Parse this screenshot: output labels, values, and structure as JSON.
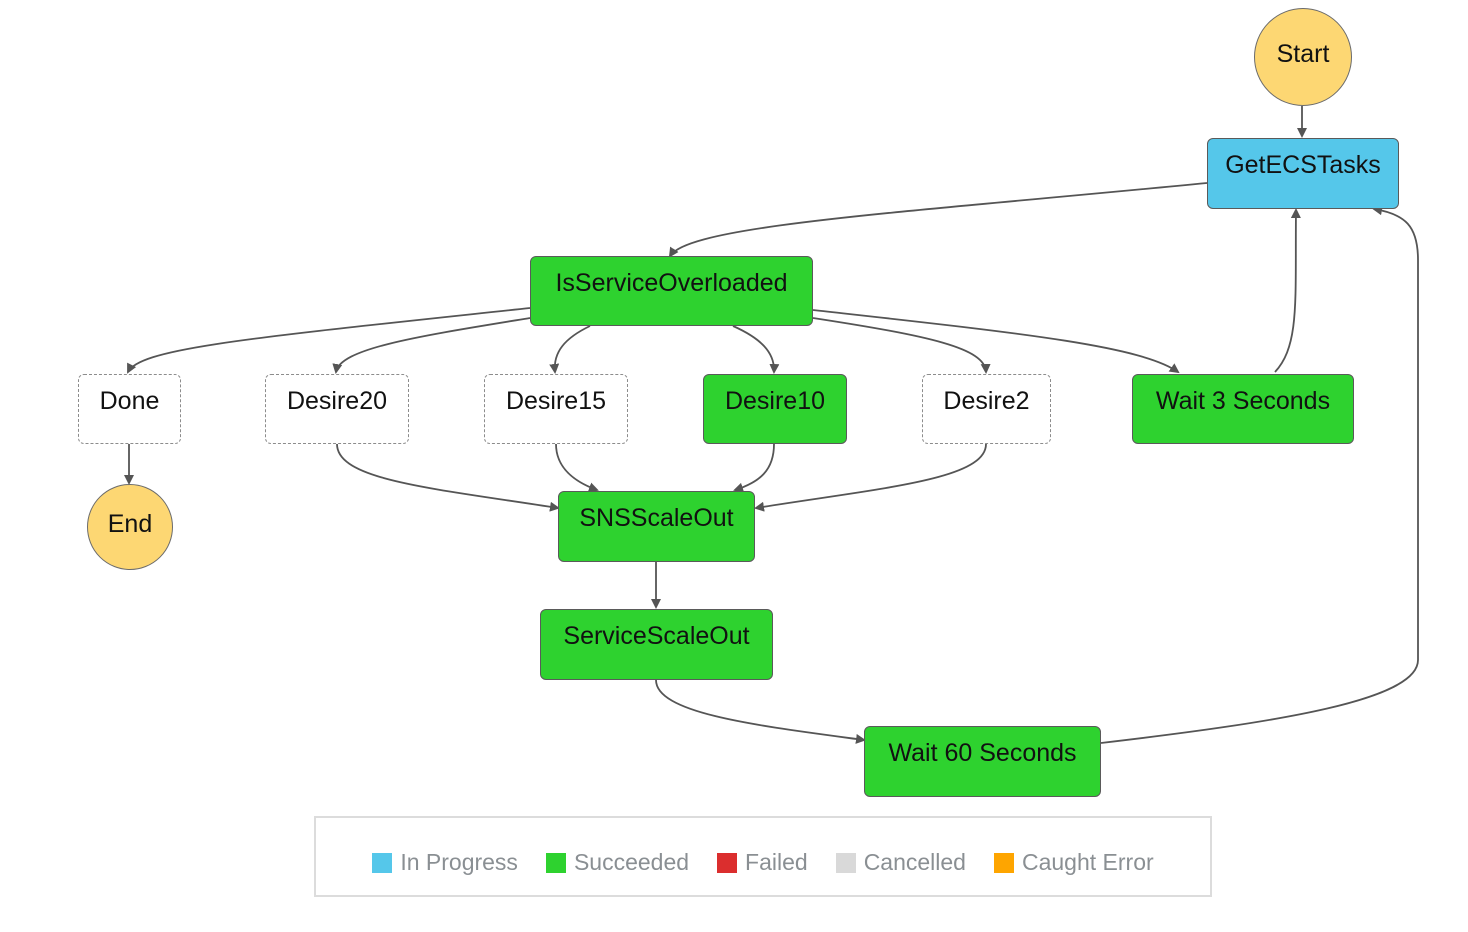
{
  "colors": {
    "terminal": "#fdd773",
    "in_progress": "#55c7ea",
    "succeeded": "#2ed22f",
    "failed": "#db2e2e",
    "cancelled": "#d9d9d9",
    "caught_error": "#fea500",
    "edge": "#555555"
  },
  "nodes": {
    "start": {
      "label": "Start",
      "status": "terminal"
    },
    "get_ecs_tasks": {
      "label": "GetECSTasks",
      "status": "in_progress"
    },
    "is_service_overloaded": {
      "label": "IsServiceOverloaded",
      "status": "succeeded"
    },
    "done": {
      "label": "Done",
      "status": "not_run"
    },
    "desire20": {
      "label": "Desire20",
      "status": "not_run"
    },
    "desire15": {
      "label": "Desire15",
      "status": "not_run"
    },
    "desire10": {
      "label": "Desire10",
      "status": "succeeded"
    },
    "desire2": {
      "label": "Desire2",
      "status": "not_run"
    },
    "wait3": {
      "label": "Wait 3 Seconds",
      "status": "succeeded"
    },
    "end": {
      "label": "End",
      "status": "terminal"
    },
    "sns_scale_out": {
      "label": "SNSScaleOut",
      "status": "succeeded"
    },
    "service_scale_out": {
      "label": "ServiceScaleOut",
      "status": "succeeded"
    },
    "wait60": {
      "label": "Wait 60 Seconds",
      "status": "succeeded"
    }
  },
  "legend": [
    {
      "label": "In Progress",
      "color": "#55c7ea"
    },
    {
      "label": "Succeeded",
      "color": "#2ed22f"
    },
    {
      "label": "Failed",
      "color": "#db2e2e"
    },
    {
      "label": "Cancelled",
      "color": "#d9d9d9"
    },
    {
      "label": "Caught Error",
      "color": "#fea500"
    }
  ]
}
